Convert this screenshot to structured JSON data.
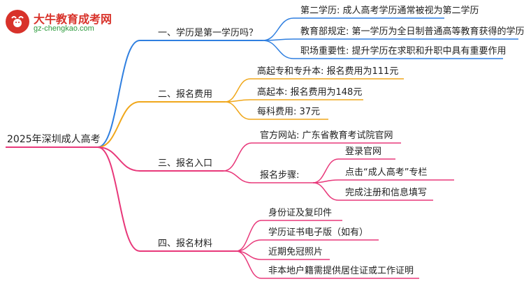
{
  "logo": {
    "title": "大牛教育成考网",
    "url": "gz-chengkao.com"
  },
  "root": "2025年深圳成人高考",
  "colors": {
    "blue": "#2f7fe0",
    "orange": "#f0a71a",
    "pink": "#e8387a",
    "brand_red": "#d8322a",
    "brand_green": "#2b9b3c"
  },
  "branches": [
    {
      "label": "一、学历是第一学历吗？",
      "children": [
        "第二学历: 成人高考学历通常被视为第二学历",
        "教育部规定: 第一学历为全日制普通高等教育获得的学历",
        "职场重要性: 提升学历在求职和升职中具有重要作用"
      ]
    },
    {
      "label": "二、报名费用",
      "children": [
        "高起专和专升本: 报名费用为111元",
        "高起本: 报名费用为148元",
        "每科费用: 37元"
      ]
    },
    {
      "label": "三、报名入口",
      "children": [
        "官方网站: 广东省教育考试院官网",
        "报名步骤:"
      ],
      "steps": [
        "登录官网",
        "点击“成人高考”专栏",
        "完成注册和信息填写"
      ]
    },
    {
      "label": "四、报名材料",
      "children": [
        "身份证及复印件",
        "学历证书电子版（如有）",
        "近期免冠照片",
        "非本地户籍需提供居住证或工作证明"
      ]
    }
  ]
}
